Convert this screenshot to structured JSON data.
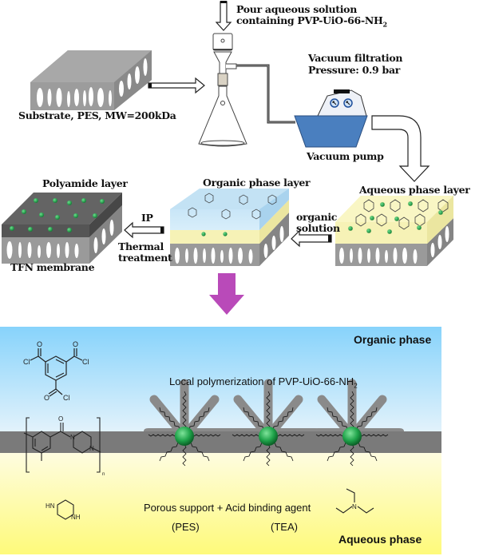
{
  "top_flow": {
    "pour_label_line1": "Pour aqueous solution",
    "pour_label_line2": "containing PVP-UiO-66-NH",
    "pour_label_sub": "2",
    "substrate_label": "Substrate, PES, MW=200kDa",
    "vacuum_line1": "Vacuum filtration",
    "vacuum_line2": "Pressure: 0.9 bar",
    "pump_label": "Vacuum pump"
  },
  "middle_flow": {
    "polyamide_label": "Polyamide layer",
    "tfn_label": "TFN membrane",
    "ip_label": "IP",
    "thermal_line1": "Thermal",
    "thermal_line2": "treatment",
    "organic_layer_label": "Organic phase layer",
    "organic_solution_line1": "organic",
    "organic_solution_line2": "solution",
    "aqueous_layer_label": "Aqueous phase layer"
  },
  "bottom_panel": {
    "organic_phase_label": "Organic phase",
    "aqueous_phase_label": "Aqueous phase",
    "local_poly_label": "Local polymerization of PVP-UiO-66-NH",
    "local_poly_sub": "2",
    "porous_label": "Porous support + Acid binding agent",
    "pes_label": "(PES)",
    "tea_label": "(TEA)",
    "tmc_atoms": {
      "cl": "Cl",
      "o": "O"
    },
    "piperazine_atoms": {
      "nh1": "HN",
      "nh2": "NH"
    },
    "polymer_atoms": {
      "o": "O",
      "n1": "N",
      "n2": "N",
      "n_sub": "n"
    },
    "tea_atom": "N"
  },
  "colors": {
    "organic_blue_top": "#87d3fb",
    "organic_blue_bottom": "#e2f2fb",
    "aqueous_yellow_top": "#fefce0",
    "aqueous_yellow_bottom": "#fefa7a",
    "polyamide_gray": "#7a7a7a",
    "mof_green": "#1fa34a",
    "pump_blue": "#4a7fbf",
    "magenta_arrow": "#b94ab9",
    "layer_yellow": "#f6f2b6",
    "layer_blue": "#c3e2f4"
  }
}
